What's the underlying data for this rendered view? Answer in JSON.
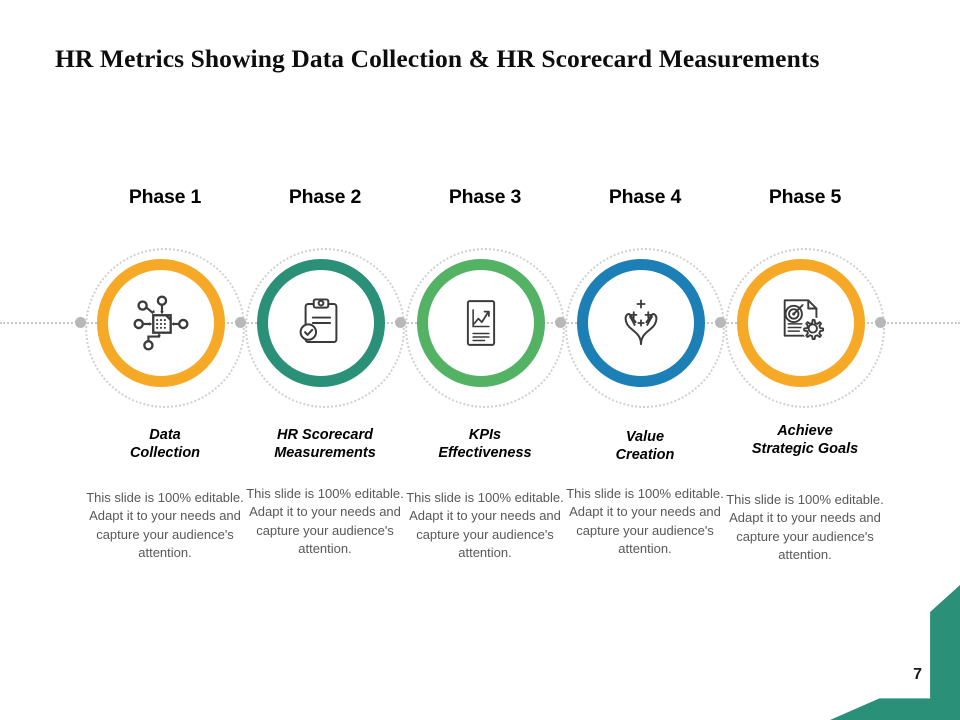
{
  "slide": {
    "title": "HR Metrics Showing Data Collection & HR Scorecard Measurements",
    "page_number": "7",
    "background_color": "#ffffff",
    "accent_corner_color": "#2a9178",
    "timeline_line_color": "#c9c9c9",
    "connector_node_color": "#b8b8b8"
  },
  "phases": [
    {
      "phase_label": "Phase 1",
      "caption": "Data\nCollection",
      "caption_line1": "Data",
      "caption_line2": "Collection",
      "body": "This slide is 100% editable. Adapt it to your needs and capture your audience's attention.",
      "ring_color": "#f5a926",
      "icon_name": "data-collection-network-icon"
    },
    {
      "phase_label": "Phase 2",
      "caption": "HR Scorecard\nMeasurements",
      "caption_line1": "HR Scorecard",
      "caption_line2": "Measurements",
      "body": "This slide is 100% editable. Adapt it to your needs and capture your audience's attention.",
      "ring_color": "#2a9178",
      "icon_name": "clipboard-check-icon"
    },
    {
      "phase_label": "Phase 3",
      "caption": "KPIs\nEffectiveness",
      "caption_line1": "KPIs",
      "caption_line2": "Effectiveness",
      "body": "This slide is 100% editable. Adapt it to your needs and capture your audience's attention.",
      "ring_color": "#54b265",
      "icon_name": "document-growth-chart-icon"
    },
    {
      "phase_label": "Phase 4",
      "caption": "Value\nCreation",
      "caption_line1": "Value",
      "caption_line2": "Creation",
      "body": "This slide is 100% editable. Adapt it to your needs and capture your audience's attention.",
      "ring_color": "#1c7fb5",
      "icon_name": "hands-sparkles-icon"
    },
    {
      "phase_label": "Phase 5",
      "caption": "Achieve\nStrategic  Goals",
      "caption_line1": "Achieve",
      "caption_line2": "Strategic  Goals",
      "body": "This slide is 100% editable. Adapt it to your needs and capture your audience's attention.",
      "ring_color": "#f5a926",
      "icon_name": "document-target-gear-icon"
    }
  ]
}
